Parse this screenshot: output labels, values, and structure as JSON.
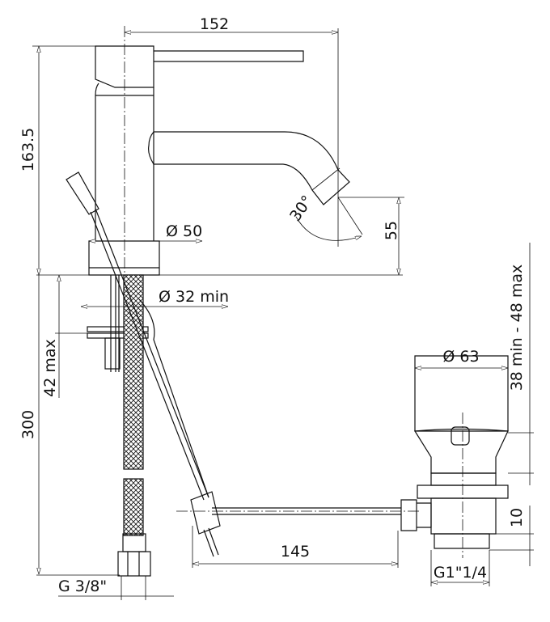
{
  "dimensions": {
    "spout_reach": "152",
    "height": "163.5",
    "base_diameter": "Ø 50",
    "spout_height": "55",
    "spout_angle": "30°",
    "hole_diameter": "Ø 32 min",
    "deck_thickness": "42 max",
    "hose_length": "300",
    "hose_connection": "G 3/8\"",
    "drain_diameter": "Ø 63",
    "drain_deck_range": "38 min - 48 max",
    "rod_length": "145",
    "drain_thread_height": "10",
    "drain_thread": "G1\"1/4"
  }
}
